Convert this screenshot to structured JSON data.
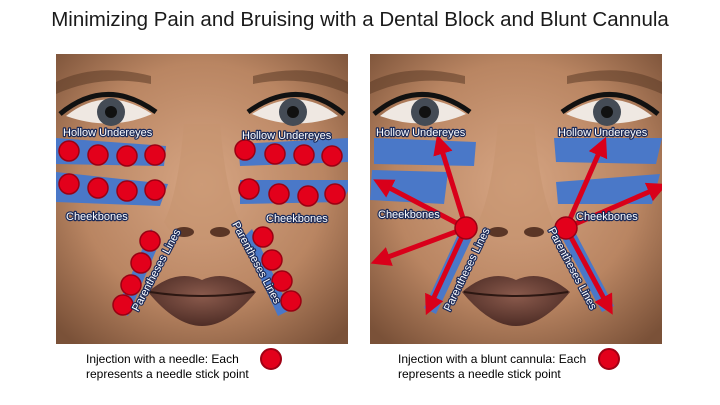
{
  "title": "Minimizing Pain and Bruising with a Dental Block and Blunt Cannula",
  "panels": {
    "left": {
      "labels": {
        "hollow_left": "Hollow Undereyes",
        "hollow_right": "Hollow Undereyes",
        "cheek_left": "Cheekbones",
        "cheek_right": "Cheekbones",
        "lines_left": "Parentheses Lines",
        "lines_right": "Parentheses Lines"
      },
      "caption_line1": "Injection with a needle: Each",
      "caption_line2": "represents a needle stick point"
    },
    "right": {
      "labels": {
        "hollow_left": "Hollow Undereyes",
        "hollow_right": "Hollow Undereyes",
        "cheek_left": "Cheekbones",
        "cheek_right": "Cheekbones",
        "lines_left": "Parentheses Lines",
        "lines_right": "Parentheses Lines"
      },
      "caption_line1": "Injection with a blunt cannula: Each",
      "caption_line2": "represents a needle stick point"
    }
  },
  "colors": {
    "stick_point": "#e3001b",
    "treatment_area": "#4a78c8",
    "arrow": "#d9001a",
    "skin": "#c4936e"
  }
}
